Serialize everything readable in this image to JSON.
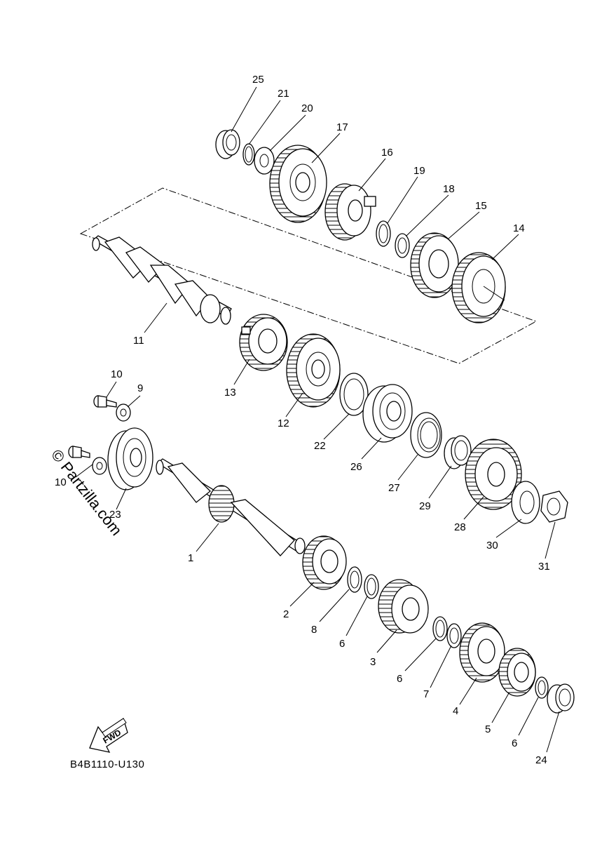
{
  "watermark": "© Partzilla.com",
  "diagram_code": "B4B1110-U130",
  "fwd_label": "FWD",
  "callouts": {
    "c25": "25",
    "c21": "21",
    "c20": "20",
    "c17": "17",
    "c16": "16",
    "c19": "19",
    "c18": "18",
    "c15": "15",
    "c14": "14",
    "c11": "11",
    "c13": "13",
    "c12": "12",
    "c10a": "10",
    "c9": "9",
    "c22": "22",
    "c26": "26",
    "c27": "27",
    "c29": "29",
    "c28": "28",
    "c30": "30",
    "c31": "31",
    "c10b": "10",
    "c23": "23",
    "c1": "1",
    "c2": "2",
    "c8": "8",
    "c6a": "6",
    "c3": "3",
    "c6b": "6",
    "c7": "7",
    "c4": "4",
    "c5": "5",
    "c6c": "6",
    "c24": "24"
  }
}
